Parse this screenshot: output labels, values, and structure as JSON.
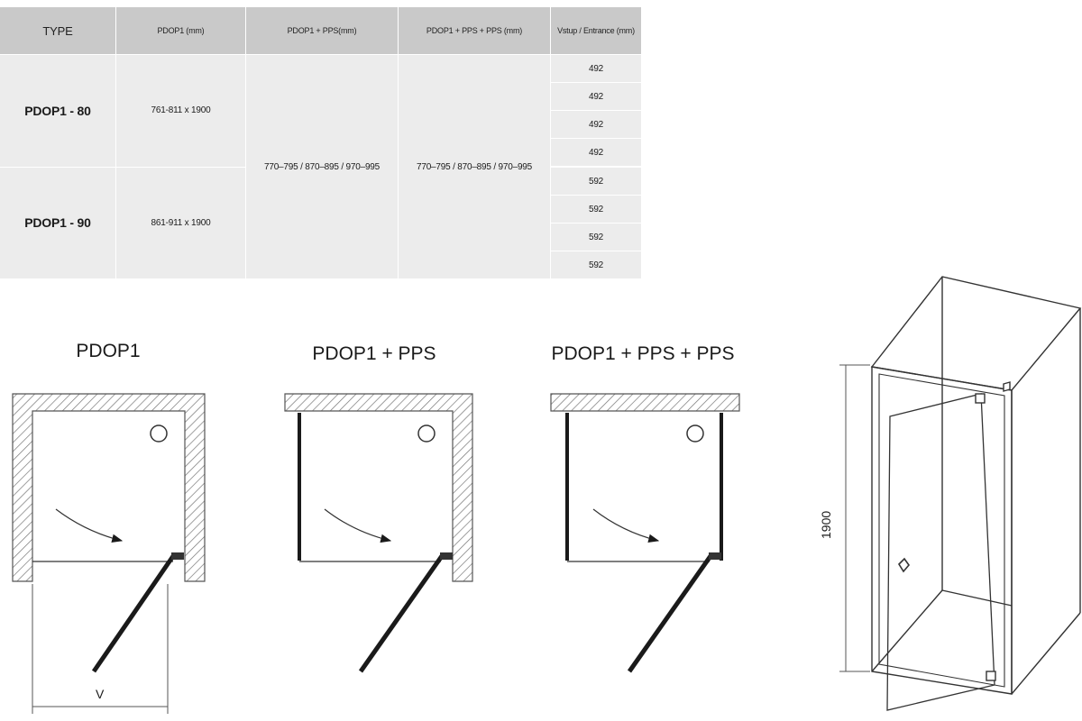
{
  "table": {
    "headers": [
      "TYPE",
      "PDOP1 (mm)",
      "PDOP1 + PPS(mm)",
      "PDOP1 + PPS + PPS (mm)",
      "Vstup / Entrance (mm)"
    ],
    "rows": [
      {
        "type": "PDOP1 - 80",
        "pdop1": "761-811 x 1900",
        "entries": [
          "492",
          "492",
          "492",
          "492"
        ]
      },
      {
        "type": "PDOP1 - 90",
        "pdop1": "861-911 x 1900",
        "entries": [
          "592",
          "592",
          "592",
          "592"
        ]
      }
    ],
    "pps": "770–795 / 870–895 / 970–995",
    "pps_pps": "770–795 / 870–895 / 970–995"
  },
  "diagrams": {
    "plan1_title": "PDOP1",
    "plan2_title": "PDOP1 + PPS",
    "plan3_title": "PDOP1 + PPS + PPS",
    "width_label": "V",
    "height_label": "1900"
  },
  "colors": {
    "header_bg": "#c9c9c9",
    "cell_bg": "#ececec",
    "line": "#1a1a1a"
  }
}
